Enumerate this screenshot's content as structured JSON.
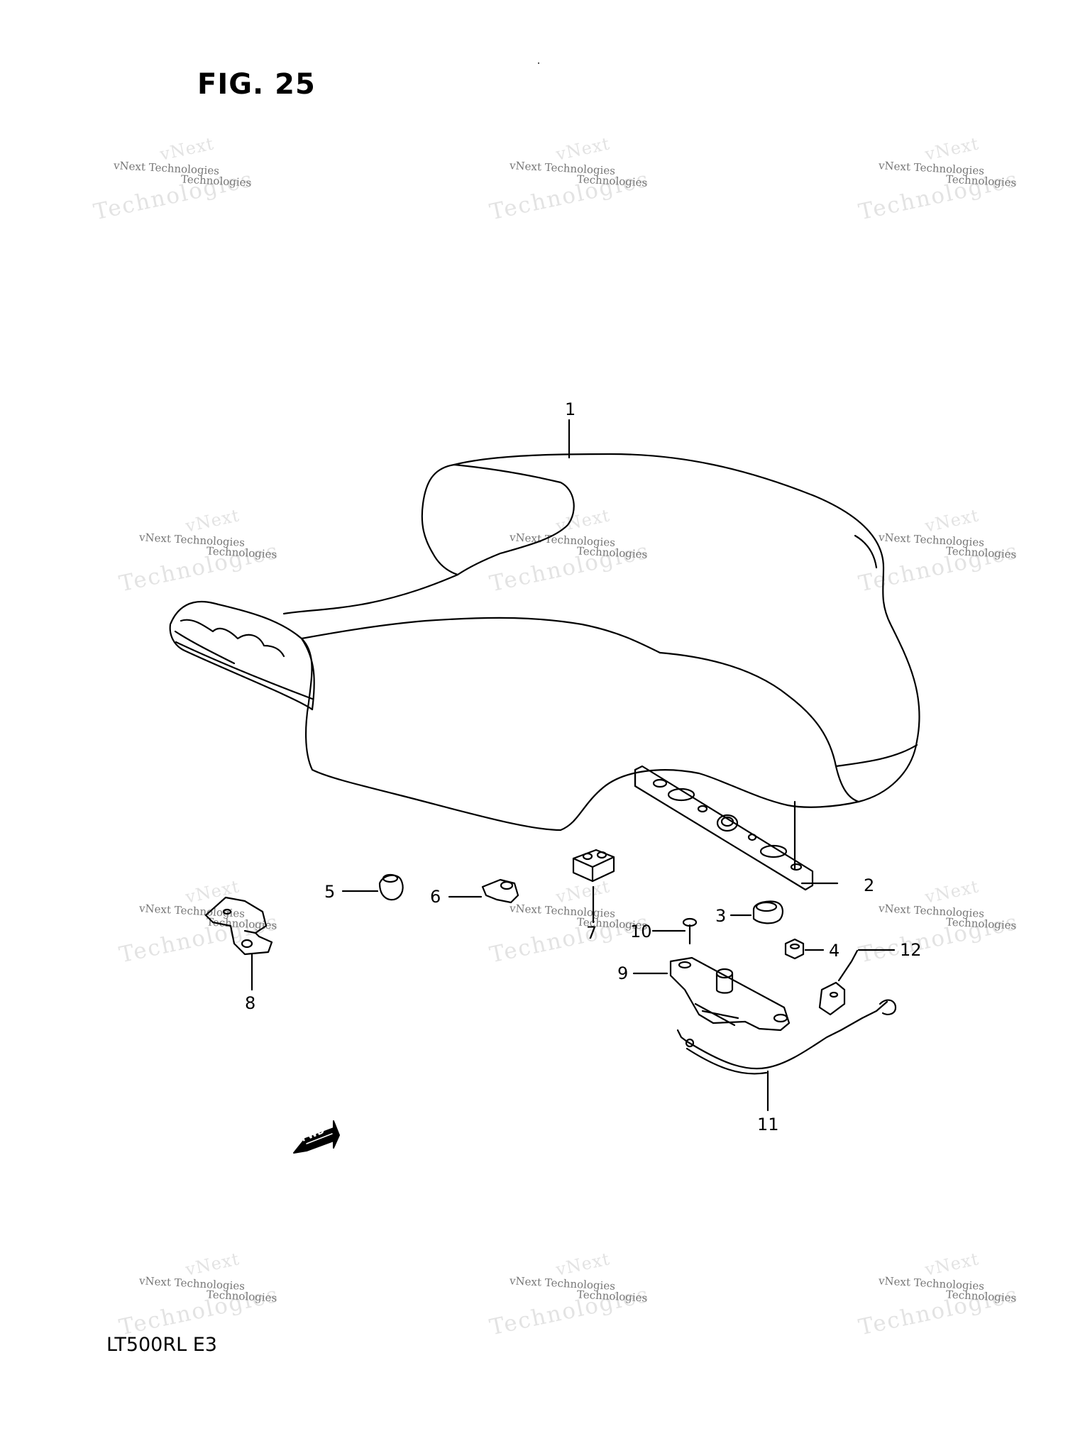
{
  "figure": {
    "title": "FIG. 25",
    "model": "LT500RL  E3"
  },
  "watermark": {
    "line_a": "vNext",
    "line_b": "vNext Technologies",
    "line_c": "Technologies"
  },
  "callouts": [
    {
      "id": "1",
      "label": "1"
    },
    {
      "id": "2",
      "label": "2"
    },
    {
      "id": "3",
      "label": "3"
    },
    {
      "id": "4",
      "label": "4"
    },
    {
      "id": "5",
      "label": "5"
    },
    {
      "id": "6",
      "label": "6"
    },
    {
      "id": "7",
      "label": "7"
    },
    {
      "id": "8",
      "label": "8"
    },
    {
      "id": "9",
      "label": "9"
    },
    {
      "id": "10",
      "label": "10"
    },
    {
      "id": "11",
      "label": "11"
    },
    {
      "id": "12",
      "label": "12"
    }
  ],
  "fwd_arrow": {
    "text": "FWD"
  }
}
